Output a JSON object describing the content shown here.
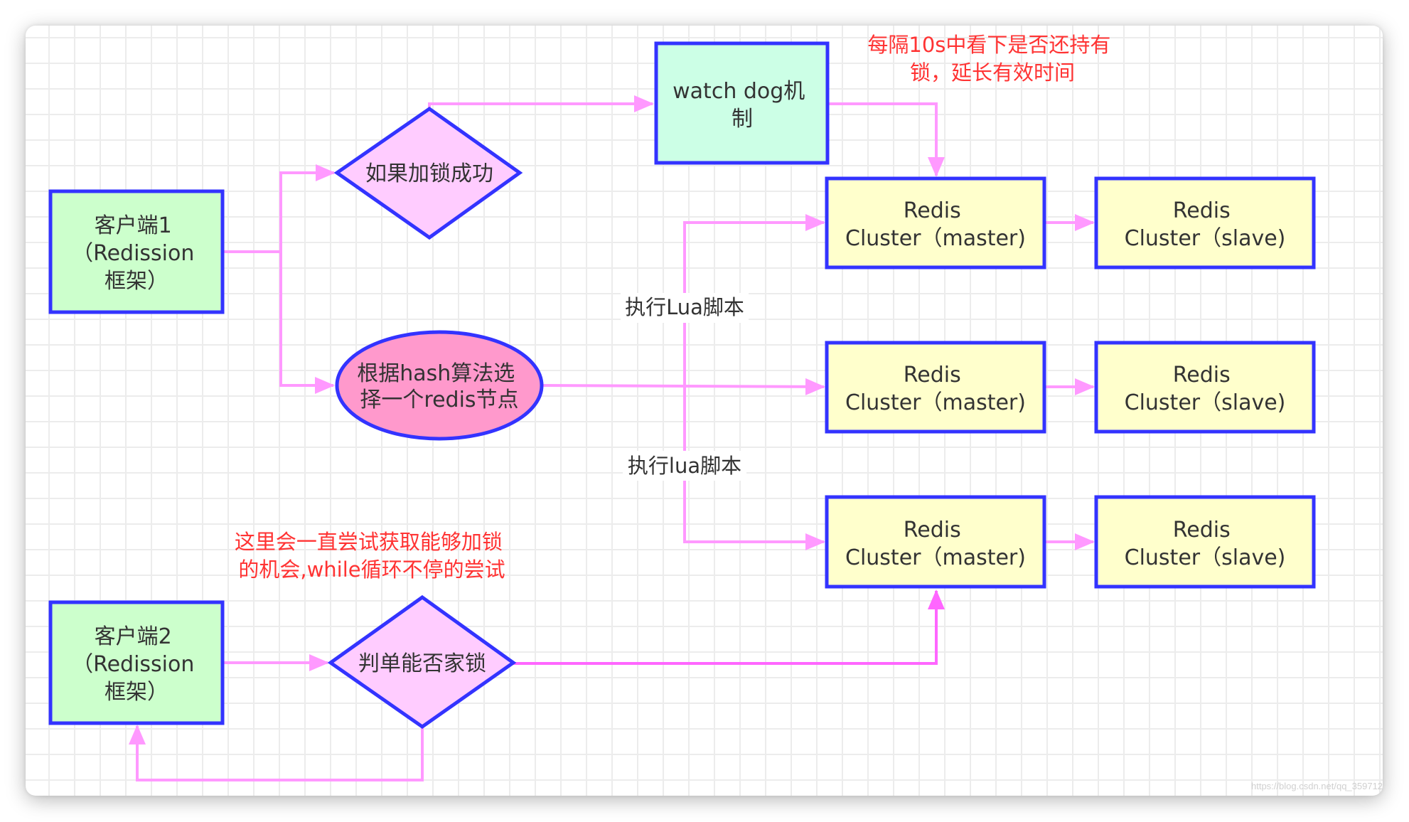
{
  "diagram": {
    "title": "Redisson distributed lock flow",
    "colors": {
      "border": "#3333ff",
      "client_fill": "#ccffcc",
      "decision_fill": "#ffccff",
      "watchdog_fill": "#ccffe6",
      "hash_fill": "#ff99cc",
      "redis_fill": "#ffffcc",
      "edge": "#ff99ff",
      "edge_strong": "#ff66ff",
      "note": "#ff3333"
    },
    "nodes": {
      "client1": {
        "lines": [
          "客户端1",
          "（Redission",
          "框架）"
        ]
      },
      "lock_success": {
        "lines": [
          "如果加锁成功"
        ]
      },
      "watchdog": {
        "lines": [
          "watch dog机",
          "制"
        ]
      },
      "hash_select": {
        "lines": [
          "根据hash算法选",
          "择一个redis节点"
        ]
      },
      "client2": {
        "lines": [
          "客户端2",
          "（Redission",
          "框架）"
        ]
      },
      "can_lock": {
        "lines": [
          "判单能否家锁"
        ]
      },
      "master1": {
        "lines": [
          "Redis",
          "Cluster（master)"
        ]
      },
      "slave1": {
        "lines": [
          "Redis",
          "Cluster（slave)"
        ]
      },
      "master2": {
        "lines": [
          "Redis",
          "Cluster（master)"
        ]
      },
      "slave2": {
        "lines": [
          "Redis",
          "Cluster（slave)"
        ]
      },
      "master3": {
        "lines": [
          "Redis",
          "Cluster（master)"
        ]
      },
      "slave3": {
        "lines": [
          "Redis",
          "Cluster（slave)"
        ]
      }
    },
    "edge_labels": {
      "lua_upper": "执行Lua脚本",
      "lua_lower": "执行lua脚本"
    },
    "notes": {
      "watchdog_note": [
        "每隔10s中看下是否还持有",
        "锁，延长有效时间"
      ],
      "retry_note": [
        "这里会一直尝试获取能够加锁",
        "的机会,while循环不停的尝试"
      ]
    },
    "edges": [
      {
        "from": "client1",
        "to": "lock_success"
      },
      {
        "from": "client1",
        "to": "hash_select"
      },
      {
        "from": "lock_success",
        "to": "watchdog"
      },
      {
        "from": "watchdog",
        "to": "master1"
      },
      {
        "from": "hash_select",
        "to": "master1",
        "label": "lua_upper"
      },
      {
        "from": "hash_select",
        "to": "master2"
      },
      {
        "from": "hash_select",
        "to": "master3",
        "label": "lua_lower"
      },
      {
        "from": "master1",
        "to": "slave1"
      },
      {
        "from": "master2",
        "to": "slave2"
      },
      {
        "from": "master3",
        "to": "slave3"
      },
      {
        "from": "client2",
        "to": "can_lock"
      },
      {
        "from": "can_lock",
        "to": "master3"
      },
      {
        "from": "can_lock",
        "to": "client2"
      }
    ]
  },
  "watermark": "https://blog.csdn.net/qq_359712"
}
